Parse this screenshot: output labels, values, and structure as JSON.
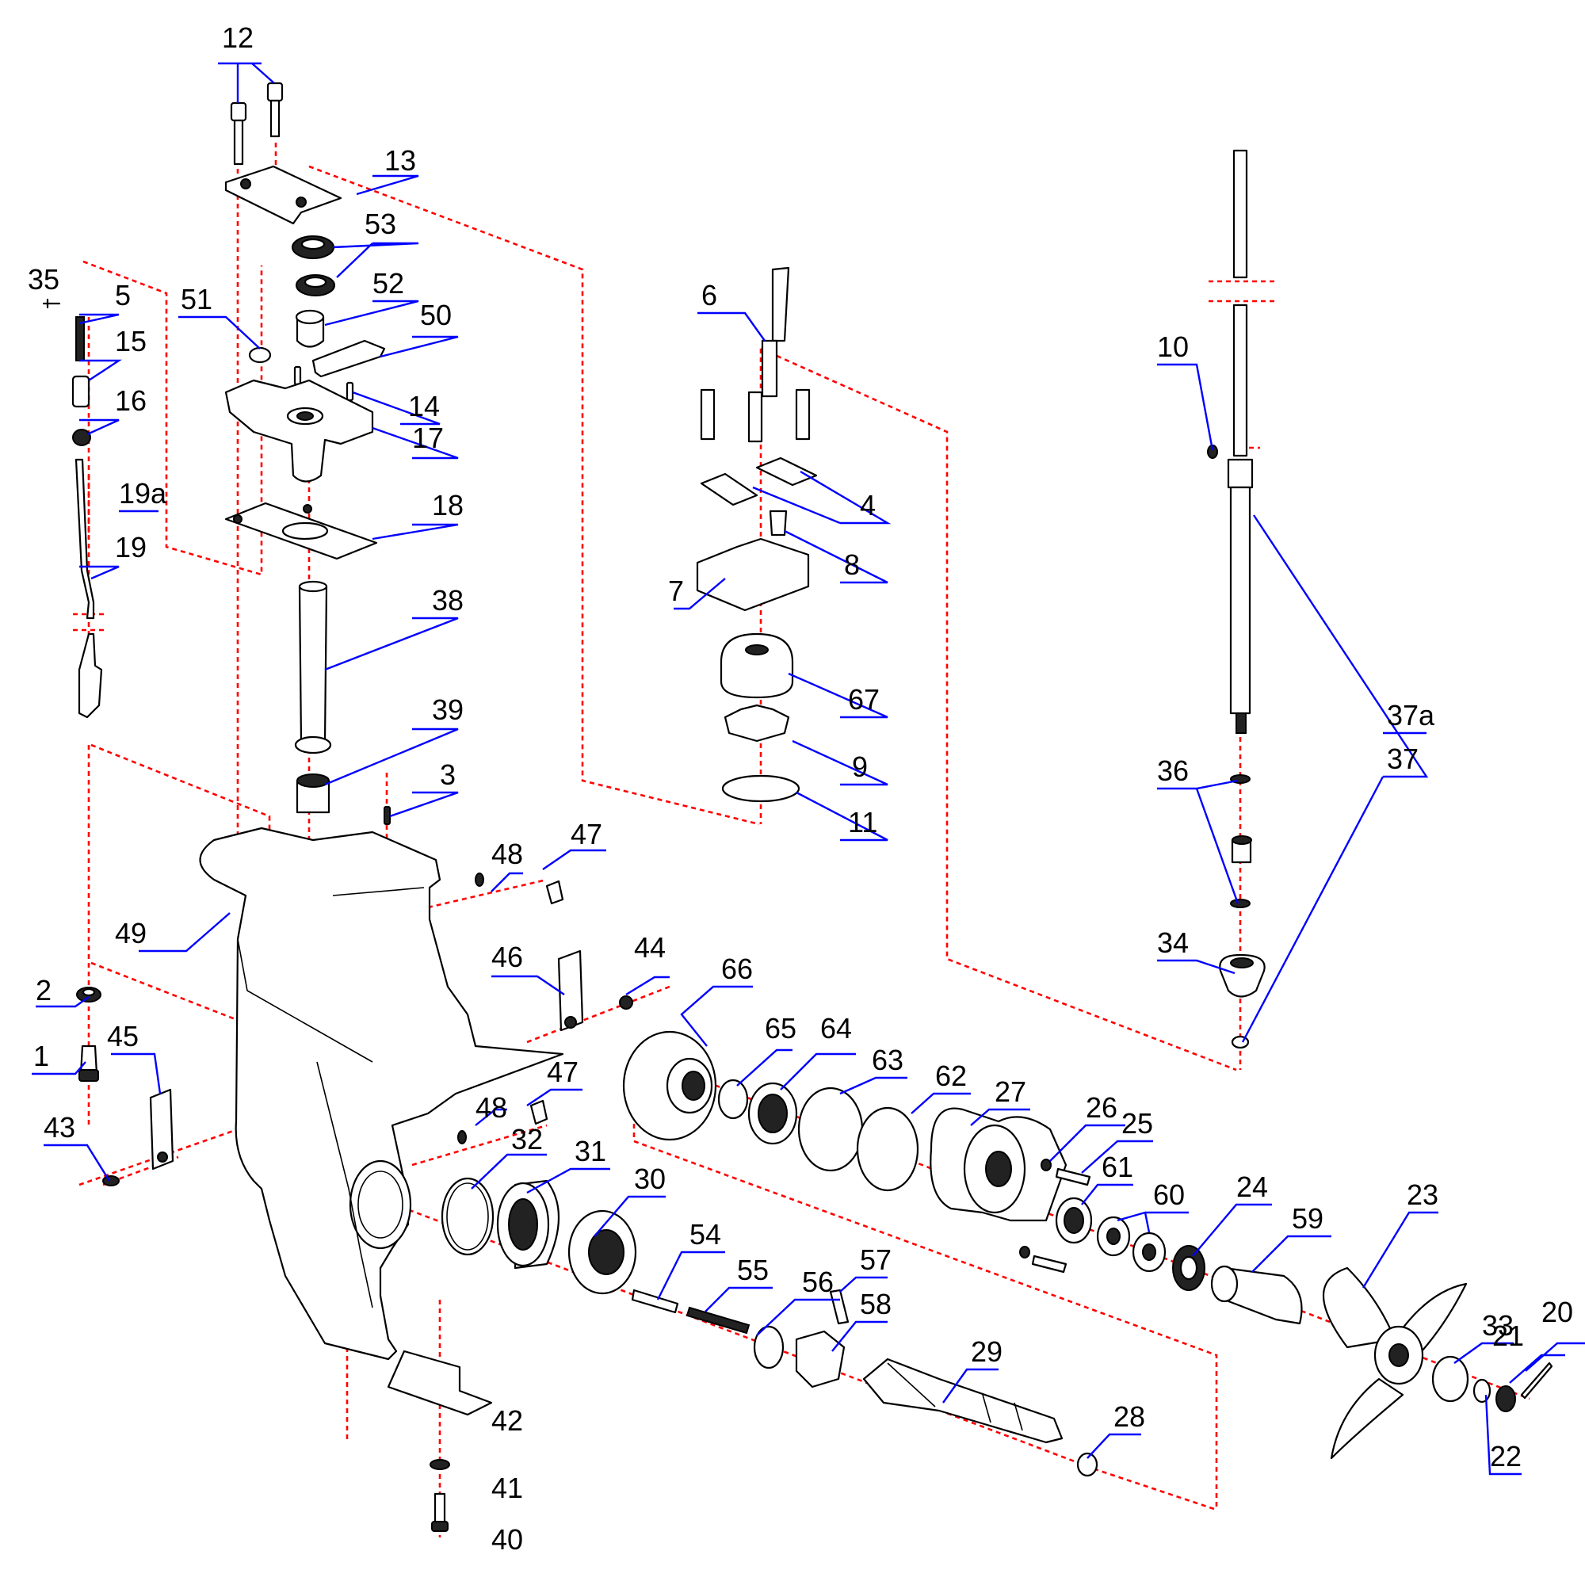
{
  "diagram": {
    "callouts": [
      {
        "id": "1",
        "label": "1"
      },
      {
        "id": "2",
        "label": "2"
      },
      {
        "id": "3",
        "label": "3"
      },
      {
        "id": "4",
        "label": "4"
      },
      {
        "id": "5",
        "label": "5"
      },
      {
        "id": "6",
        "label": "6"
      },
      {
        "id": "7",
        "label": "7"
      },
      {
        "id": "8",
        "label": "8"
      },
      {
        "id": "9",
        "label": "9"
      },
      {
        "id": "10",
        "label": "10"
      },
      {
        "id": "11",
        "label": "11"
      },
      {
        "id": "12",
        "label": "12"
      },
      {
        "id": "13",
        "label": "13"
      },
      {
        "id": "14",
        "label": "14"
      },
      {
        "id": "15",
        "label": "15"
      },
      {
        "id": "16",
        "label": "16"
      },
      {
        "id": "17",
        "label": "17"
      },
      {
        "id": "18",
        "label": "18"
      },
      {
        "id": "19",
        "label": "19"
      },
      {
        "id": "19a",
        "label": "19a"
      },
      {
        "id": "20",
        "label": "20"
      },
      {
        "id": "21",
        "label": "21"
      },
      {
        "id": "22",
        "label": "22"
      },
      {
        "id": "23",
        "label": "23"
      },
      {
        "id": "24",
        "label": "24"
      },
      {
        "id": "25",
        "label": "25"
      },
      {
        "id": "26",
        "label": "26"
      },
      {
        "id": "27",
        "label": "27"
      },
      {
        "id": "28",
        "label": "28"
      },
      {
        "id": "29",
        "label": "29"
      },
      {
        "id": "30",
        "label": "30"
      },
      {
        "id": "31",
        "label": "31"
      },
      {
        "id": "32",
        "label": "32"
      },
      {
        "id": "33",
        "label": "33"
      },
      {
        "id": "34",
        "label": "34"
      },
      {
        "id": "35",
        "label": "35"
      },
      {
        "id": "36",
        "label": "36"
      },
      {
        "id": "37",
        "label": "37"
      },
      {
        "id": "37a",
        "label": "37a"
      },
      {
        "id": "38",
        "label": "38"
      },
      {
        "id": "39",
        "label": "39"
      },
      {
        "id": "40",
        "label": "40"
      },
      {
        "id": "41",
        "label": "41"
      },
      {
        "id": "42",
        "label": "42"
      },
      {
        "id": "43",
        "label": "43"
      },
      {
        "id": "44",
        "label": "44"
      },
      {
        "id": "45",
        "label": "45"
      },
      {
        "id": "46",
        "label": "46"
      },
      {
        "id": "47a",
        "label": "47"
      },
      {
        "id": "47b",
        "label": "47"
      },
      {
        "id": "48a",
        "label": "48"
      },
      {
        "id": "48b",
        "label": "48"
      },
      {
        "id": "49",
        "label": "49"
      },
      {
        "id": "50",
        "label": "50"
      },
      {
        "id": "51",
        "label": "51"
      },
      {
        "id": "52",
        "label": "52"
      },
      {
        "id": "53",
        "label": "53"
      },
      {
        "id": "54",
        "label": "54"
      },
      {
        "id": "55",
        "label": "55"
      },
      {
        "id": "56",
        "label": "56"
      },
      {
        "id": "57",
        "label": "57"
      },
      {
        "id": "58",
        "label": "58"
      },
      {
        "id": "59",
        "label": "59"
      },
      {
        "id": "60",
        "label": "60"
      },
      {
        "id": "61",
        "label": "61"
      },
      {
        "id": "62",
        "label": "62"
      },
      {
        "id": "63",
        "label": "63"
      },
      {
        "id": "64",
        "label": "64"
      },
      {
        "id": "65",
        "label": "65"
      },
      {
        "id": "66",
        "label": "66"
      },
      {
        "id": "67",
        "label": "67"
      }
    ],
    "colors": {
      "part_outline": "#000000",
      "assembly_axis": "#ff0000",
      "leader_line": "#0000ff",
      "background": "#ffffff"
    }
  }
}
